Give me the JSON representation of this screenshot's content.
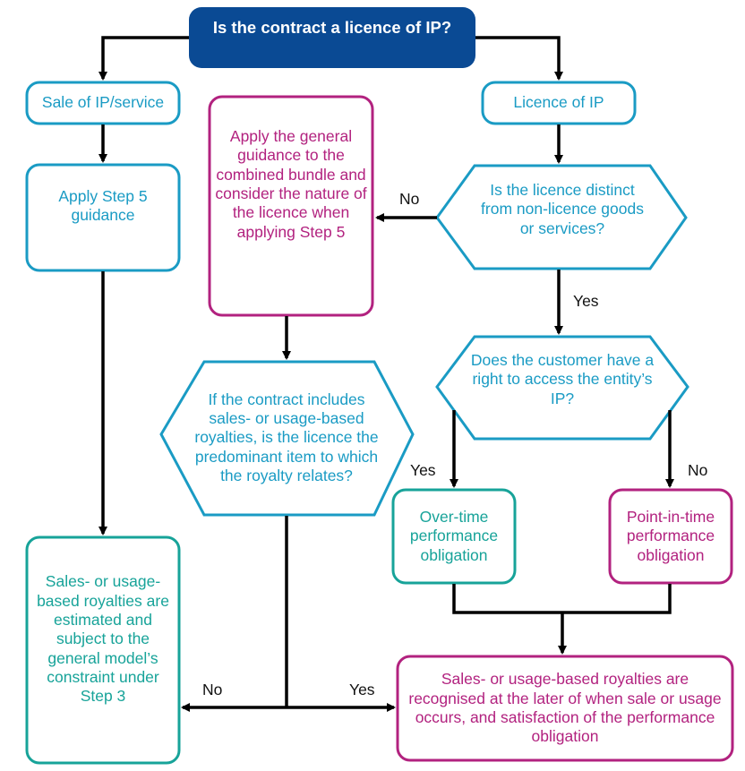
{
  "flowchart": {
    "nodes": {
      "question_licence": "Is the contract a licence of IP?",
      "sale": "Sale of IP/service",
      "licence": "Licence of IP",
      "apply_step5": "Apply Step 5 guidance",
      "apply_general": "Apply the general guidance to the combined bundle and consider the nature of the licence when applying Step 5",
      "distinct": "Is the licence distinct from non-licence goods or services?",
      "right_access": "Does the customer have a right to access the entity’s IP?",
      "predominant": "If the contract includes sales- or usage-based royalties, is the licence the predominant item to which the royalty relates?",
      "over_time": "Over-time performance obligation",
      "point_in_time": "Point-in-time performance obligation",
      "estimated": "Sales- or usage-based royalties are estimated and subject to the general model’s constraint under Step 3",
      "recognised": "Sales- or usage-based royalties are recognised at the later of when sale or usage occurs, and satisfaction of the performance obligation"
    },
    "labels": {
      "no_distinct": "No",
      "yes_distinct": "Yes",
      "yes_access": "Yes",
      "no_access": "No",
      "no_predominant": "No",
      "yes_predominant": "Yes"
    },
    "colors": {
      "header_fill": "#0a4a94",
      "blue_outline": "#1a9bc4",
      "teal_outline": "#17a399",
      "magenta_outline": "#b2227f",
      "arrow": "#000000"
    }
  }
}
